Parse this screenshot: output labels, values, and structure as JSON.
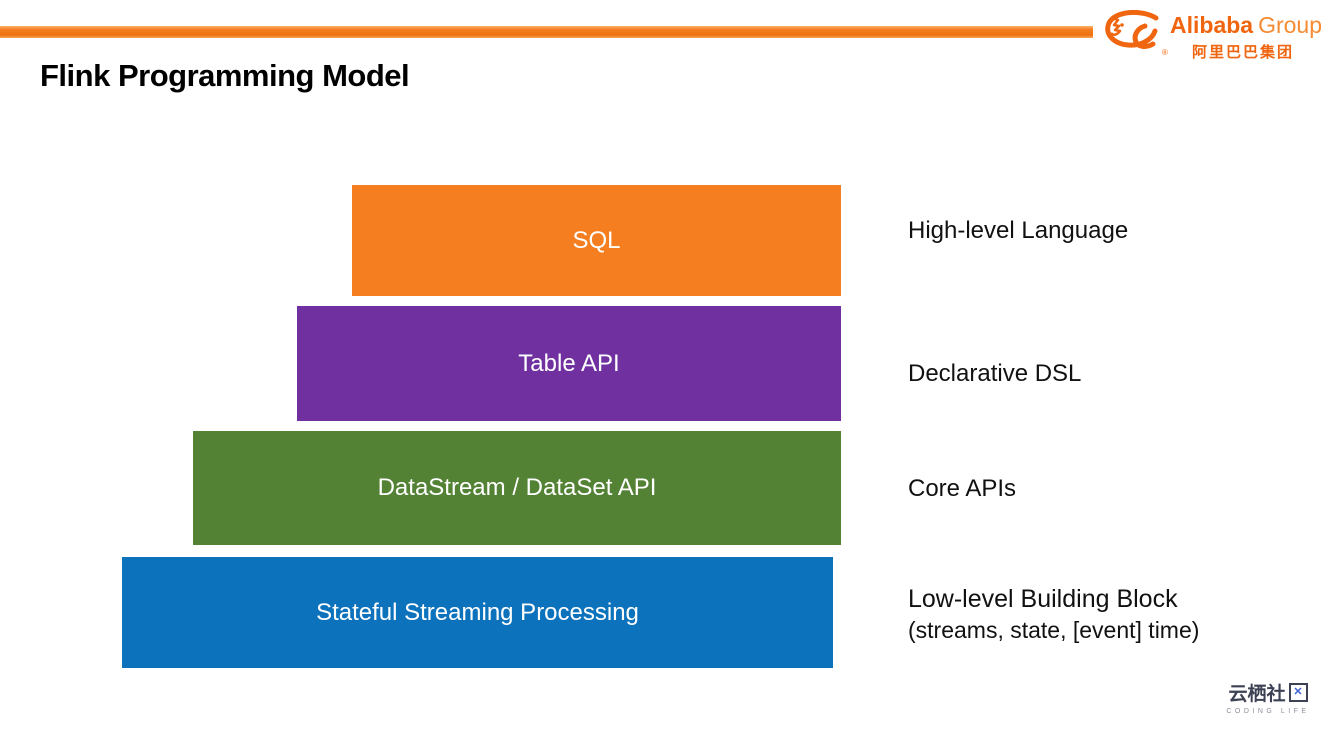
{
  "slide": {
    "title": "Flink Programming Model"
  },
  "brand": {
    "name": "Alibaba",
    "suffix": "Group",
    "chinese": "阿里巴巴集团",
    "registered": "®",
    "orange": "#f0650f"
  },
  "diagram": {
    "layers": [
      {
        "label": "SQL",
        "color": "#f57e20",
        "annotation": "High-level Language"
      },
      {
        "label": "Table API",
        "color": "#7030a0",
        "annotation": "Declarative DSL"
      },
      {
        "label": "DataStream / DataSet API",
        "color": "#548235",
        "annotation": "Core APIs"
      },
      {
        "label": "Stateful Streaming Processing",
        "color": "#0c72bc",
        "annotation": "Low-level Building Block",
        "annotation_sub": "(streams, state, [event] time)"
      }
    ]
  },
  "footer": {
    "community_prefix": "云栖社",
    "community_badge_glyph": "✕",
    "tagline": "CODING LIFE"
  },
  "accents": {
    "top_bar_orange": "#f57e20",
    "badge_blue": "#3e63d0"
  }
}
